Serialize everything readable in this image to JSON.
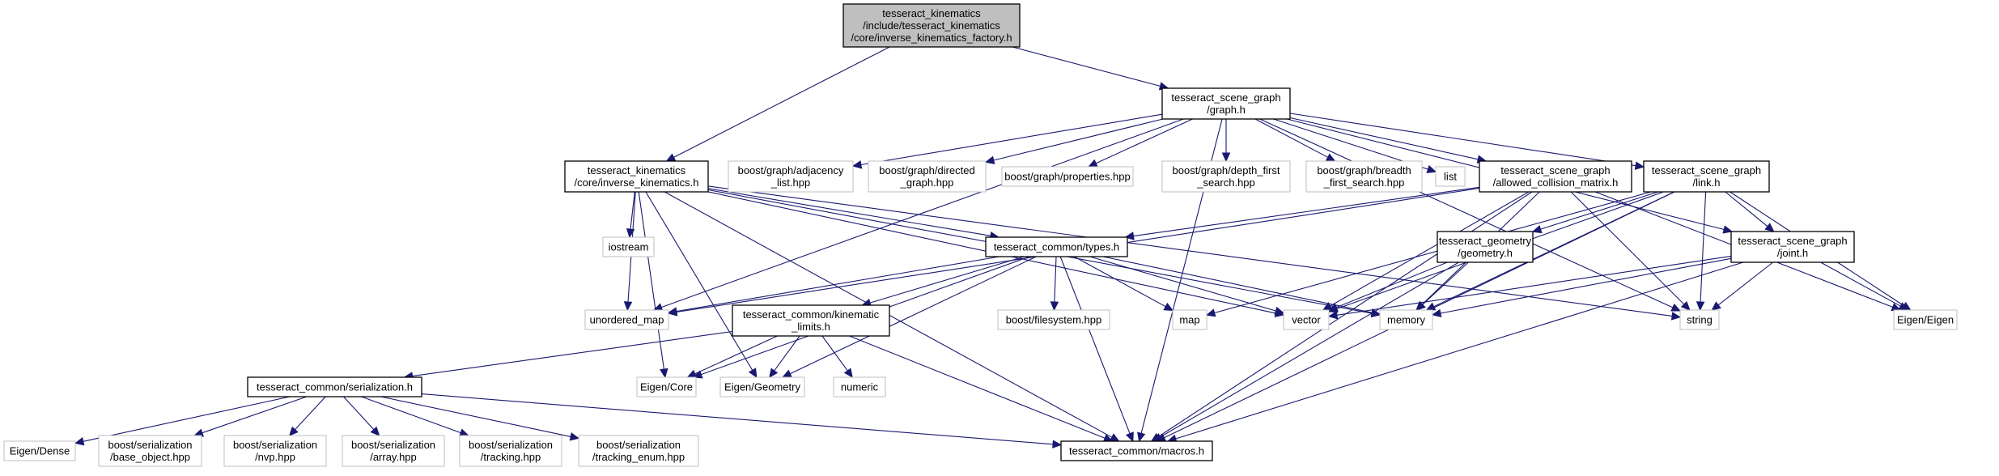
{
  "graph": {
    "nodes": [
      {
        "id": "root",
        "lines": [
          "tesseract_kinematics",
          "/include/tesseract_kinematics",
          "/core/inverse_kinematics_factory.h"
        ],
        "kind": "root"
      },
      {
        "id": "graph_h",
        "lines": [
          "tesseract_scene_graph",
          "/graph.h"
        ],
        "kind": "doc"
      },
      {
        "id": "ik_h",
        "lines": [
          "tesseract_kinematics",
          "/core/inverse_kinematics.h"
        ],
        "kind": "doc"
      },
      {
        "id": "adj",
        "lines": [
          "boost/graph/adjacency",
          "_list.hpp"
        ],
        "kind": "ext"
      },
      {
        "id": "directed",
        "lines": [
          "boost/graph/directed",
          "_graph.hpp"
        ],
        "kind": "ext"
      },
      {
        "id": "properties",
        "lines": [
          "boost/graph/properties.hpp"
        ],
        "kind": "ext"
      },
      {
        "id": "dfs",
        "lines": [
          "boost/graph/depth_first",
          "_search.hpp"
        ],
        "kind": "ext"
      },
      {
        "id": "bfs",
        "lines": [
          "boost/graph/breadth",
          "_first_search.hpp"
        ],
        "kind": "ext"
      },
      {
        "id": "list",
        "lines": [
          "list"
        ],
        "kind": "ext"
      },
      {
        "id": "acm",
        "lines": [
          "tesseract_scene_graph",
          "/allowed_collision_matrix.h"
        ],
        "kind": "doc"
      },
      {
        "id": "link",
        "lines": [
          "tesseract_scene_graph",
          "/link.h"
        ],
        "kind": "doc"
      },
      {
        "id": "iostream",
        "lines": [
          "iostream"
        ],
        "kind": "ext"
      },
      {
        "id": "types",
        "lines": [
          "tesseract_common/types.h"
        ],
        "kind": "doc"
      },
      {
        "id": "geom",
        "lines": [
          "tesseract_geometry",
          "/geometry.h"
        ],
        "kind": "doc"
      },
      {
        "id": "joint",
        "lines": [
          "tesseract_scene_graph",
          "/joint.h"
        ],
        "kind": "doc"
      },
      {
        "id": "umap",
        "lines": [
          "unordered_map"
        ],
        "kind": "ext"
      },
      {
        "id": "kinlim",
        "lines": [
          "tesseract_common/kinematic",
          "_limits.h"
        ],
        "kind": "doc"
      },
      {
        "id": "fs",
        "lines": [
          "boost/filesystem.hpp"
        ],
        "kind": "ext"
      },
      {
        "id": "map",
        "lines": [
          "map"
        ],
        "kind": "ext"
      },
      {
        "id": "vector",
        "lines": [
          "vector"
        ],
        "kind": "ext"
      },
      {
        "id": "memory",
        "lines": [
          "memory"
        ],
        "kind": "ext"
      },
      {
        "id": "string",
        "lines": [
          "string"
        ],
        "kind": "ext"
      },
      {
        "id": "eigen",
        "lines": [
          "Eigen/Eigen"
        ],
        "kind": "ext"
      },
      {
        "id": "ser",
        "lines": [
          "tesseract_common/serialization.h"
        ],
        "kind": "doc"
      },
      {
        "id": "core",
        "lines": [
          "Eigen/Core"
        ],
        "kind": "ext"
      },
      {
        "id": "egeom",
        "lines": [
          "Eigen/Geometry"
        ],
        "kind": "ext"
      },
      {
        "id": "numeric",
        "lines": [
          "numeric"
        ],
        "kind": "ext"
      },
      {
        "id": "dense",
        "lines": [
          "Eigen/Dense"
        ],
        "kind": "ext"
      },
      {
        "id": "bobj",
        "lines": [
          "boost/serialization",
          "/base_object.hpp"
        ],
        "kind": "ext"
      },
      {
        "id": "nvp",
        "lines": [
          "boost/serialization",
          "/nvp.hpp"
        ],
        "kind": "ext"
      },
      {
        "id": "arr",
        "lines": [
          "boost/serialization",
          "/array.hpp"
        ],
        "kind": "ext"
      },
      {
        "id": "track",
        "lines": [
          "boost/serialization",
          "/tracking.hpp"
        ],
        "kind": "ext"
      },
      {
        "id": "tenum",
        "lines": [
          "boost/serialization",
          "/tracking_enum.hpp"
        ],
        "kind": "ext"
      },
      {
        "id": "macros",
        "lines": [
          "tesseract_common/macros.h"
        ],
        "kind": "doc"
      }
    ],
    "edges": [
      [
        "root",
        "graph_h"
      ],
      [
        "root",
        "ik_h"
      ],
      [
        "graph_h",
        "adj"
      ],
      [
        "graph_h",
        "directed"
      ],
      [
        "graph_h",
        "properties"
      ],
      [
        "graph_h",
        "dfs"
      ],
      [
        "graph_h",
        "bfs"
      ],
      [
        "graph_h",
        "list"
      ],
      [
        "graph_h",
        "acm"
      ],
      [
        "graph_h",
        "link"
      ],
      [
        "graph_h",
        "joint"
      ],
      [
        "graph_h",
        "umap"
      ],
      [
        "graph_h",
        "string"
      ],
      [
        "graph_h",
        "macros"
      ],
      [
        "ik_h",
        "iostream"
      ],
      [
        "ik_h",
        "types"
      ],
      [
        "ik_h",
        "umap"
      ],
      [
        "ik_h",
        "core"
      ],
      [
        "ik_h",
        "egeom"
      ],
      [
        "ik_h",
        "vector"
      ],
      [
        "ik_h",
        "memory"
      ],
      [
        "ik_h",
        "string"
      ],
      [
        "ik_h",
        "macros"
      ],
      [
        "acm",
        "types"
      ],
      [
        "acm",
        "umap"
      ],
      [
        "acm",
        "vector"
      ],
      [
        "acm",
        "memory"
      ],
      [
        "acm",
        "string"
      ],
      [
        "acm",
        "macros"
      ],
      [
        "acm",
        "eigen"
      ],
      [
        "link",
        "geom"
      ],
      [
        "link",
        "joint"
      ],
      [
        "link",
        "map"
      ],
      [
        "link",
        "vector"
      ],
      [
        "link",
        "memory"
      ],
      [
        "link",
        "string"
      ],
      [
        "link",
        "eigen"
      ],
      [
        "link",
        "macros"
      ],
      [
        "types",
        "umap"
      ],
      [
        "types",
        "kinlim"
      ],
      [
        "types",
        "fs"
      ],
      [
        "types",
        "map"
      ],
      [
        "types",
        "vector"
      ],
      [
        "types",
        "memory"
      ],
      [
        "types",
        "core"
      ],
      [
        "types",
        "egeom"
      ],
      [
        "types",
        "macros"
      ],
      [
        "geom",
        "vector"
      ],
      [
        "geom",
        "memory"
      ],
      [
        "geom",
        "macros"
      ],
      [
        "joint",
        "vector"
      ],
      [
        "joint",
        "memory"
      ],
      [
        "joint",
        "string"
      ],
      [
        "joint",
        "eigen"
      ],
      [
        "joint",
        "macros"
      ],
      [
        "kinlim",
        "ser"
      ],
      [
        "kinlim",
        "core"
      ],
      [
        "kinlim",
        "egeom"
      ],
      [
        "kinlim",
        "numeric"
      ],
      [
        "kinlim",
        "macros"
      ],
      [
        "ser",
        "dense"
      ],
      [
        "ser",
        "bobj"
      ],
      [
        "ser",
        "nvp"
      ],
      [
        "ser",
        "arr"
      ],
      [
        "ser",
        "track"
      ],
      [
        "ser",
        "tenum"
      ],
      [
        "ser",
        "macros"
      ]
    ]
  }
}
